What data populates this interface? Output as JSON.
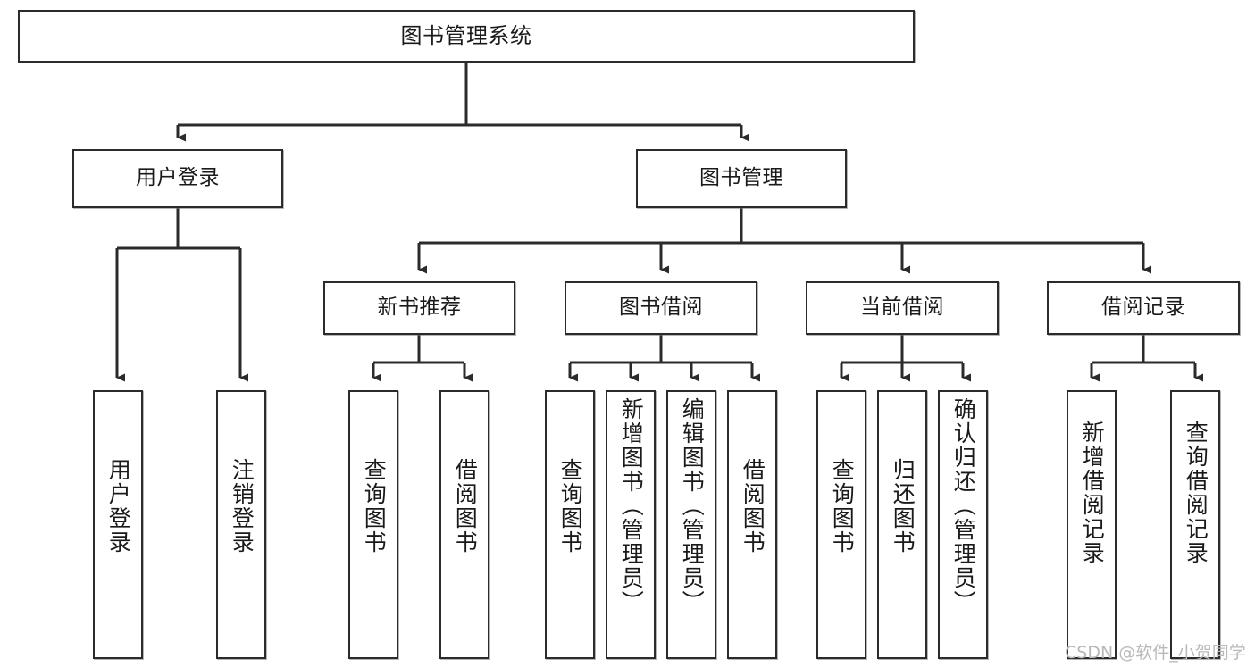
{
  "diagram": {
    "title": "图书管理系统",
    "type": "tree-hierarchy-chart",
    "colors": {
      "box_border": "#2b2b2b",
      "box_fill": "#ffffff",
      "edge": "#2b2b2b",
      "text": "#1a1a1a",
      "watermark": "#b9b9b9",
      "background": "#ffffff"
    }
  },
  "nodes": {
    "root": {
      "label": "图书管理系统"
    },
    "level2": [
      {
        "label": "用户登录"
      },
      {
        "label": "图书管理"
      }
    ],
    "level3": [
      {
        "label": "新书推荐"
      },
      {
        "label": "图书借阅"
      },
      {
        "label": "当前借阅"
      },
      {
        "label": "借阅记录"
      }
    ],
    "leaves": {
      "user_login": [
        {
          "label": "用户登录"
        },
        {
          "label": "注销登录"
        }
      ],
      "new_book_recommend": [
        {
          "label": "查询图书"
        },
        {
          "label": "借阅图书"
        }
      ],
      "book_borrow": [
        {
          "label": "查询图书"
        },
        {
          "label": "新增图书（管理员）"
        },
        {
          "label": "编辑图书（管理员）"
        },
        {
          "label": "借阅图书"
        }
      ],
      "current_borrow": [
        {
          "label": "查询图书"
        },
        {
          "label": "归还图书"
        },
        {
          "label": "确认归还（管理员）"
        }
      ],
      "borrow_records": [
        {
          "label": "新增借阅记录"
        },
        {
          "label": "查询借阅记录"
        }
      ]
    }
  },
  "watermark": {
    "text": "CSDN @软件_小贺同学"
  }
}
